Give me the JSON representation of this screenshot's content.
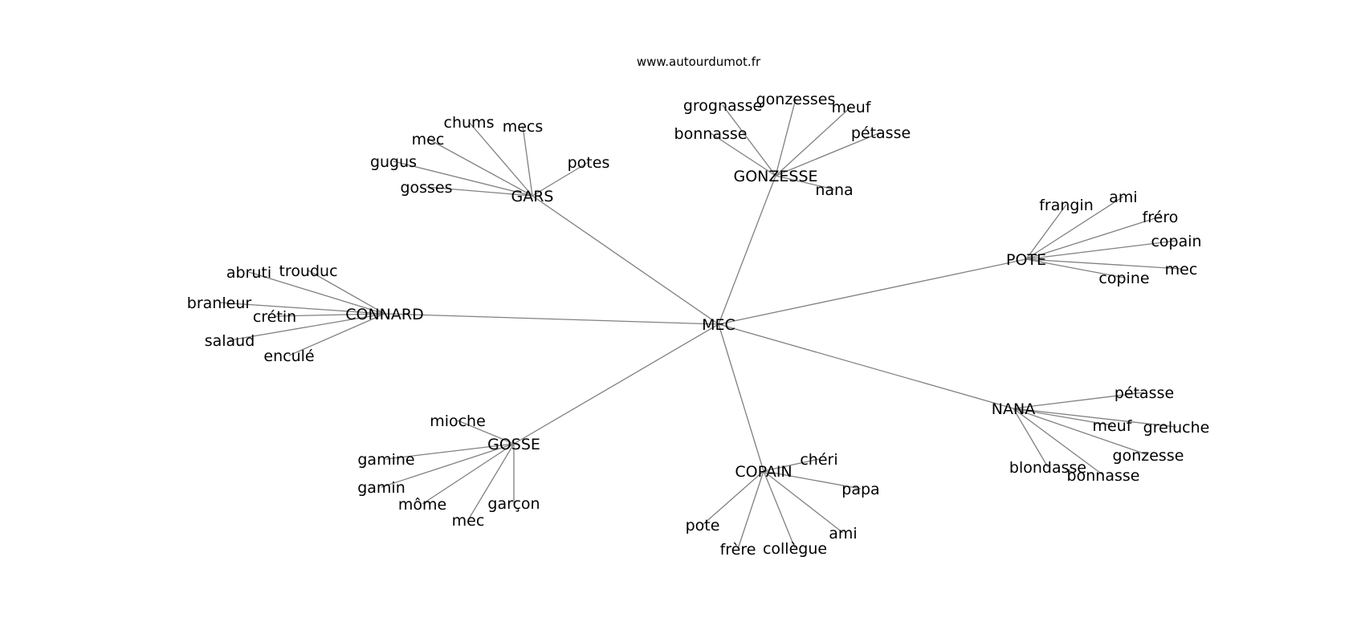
{
  "credit": "www.autourdumot.fr",
  "graph": {
    "center": "MEC",
    "hubs": [
      {
        "label": "GARS",
        "leaves": [
          "chums",
          "mecs",
          "mec",
          "potes",
          "gugus",
          "gosses"
        ]
      },
      {
        "label": "GONZESSE",
        "leaves": [
          "grognasse",
          "gonzesses",
          "meuf",
          "bonnasse",
          "pétasse",
          "nana"
        ]
      },
      {
        "label": "POTE",
        "leaves": [
          "frangin",
          "ami",
          "fréro",
          "copain",
          "mec",
          "copine"
        ]
      },
      {
        "label": "CONNARD",
        "leaves": [
          "abruti",
          "trouduc",
          "branleur",
          "crétin",
          "salaud",
          "enculé"
        ]
      },
      {
        "label": "NANA",
        "leaves": [
          "pétasse",
          "meuf",
          "greluche",
          "gonzesse",
          "blondasse",
          "bonnasse"
        ]
      },
      {
        "label": "GOSSE",
        "leaves": [
          "mioche",
          "gamine",
          "gamin",
          "môme",
          "garçon",
          "mec"
        ]
      },
      {
        "label": "COPAIN",
        "leaves": [
          "chéri",
          "papa",
          "pote",
          "ami",
          "frère",
          "collègue"
        ]
      }
    ]
  }
}
